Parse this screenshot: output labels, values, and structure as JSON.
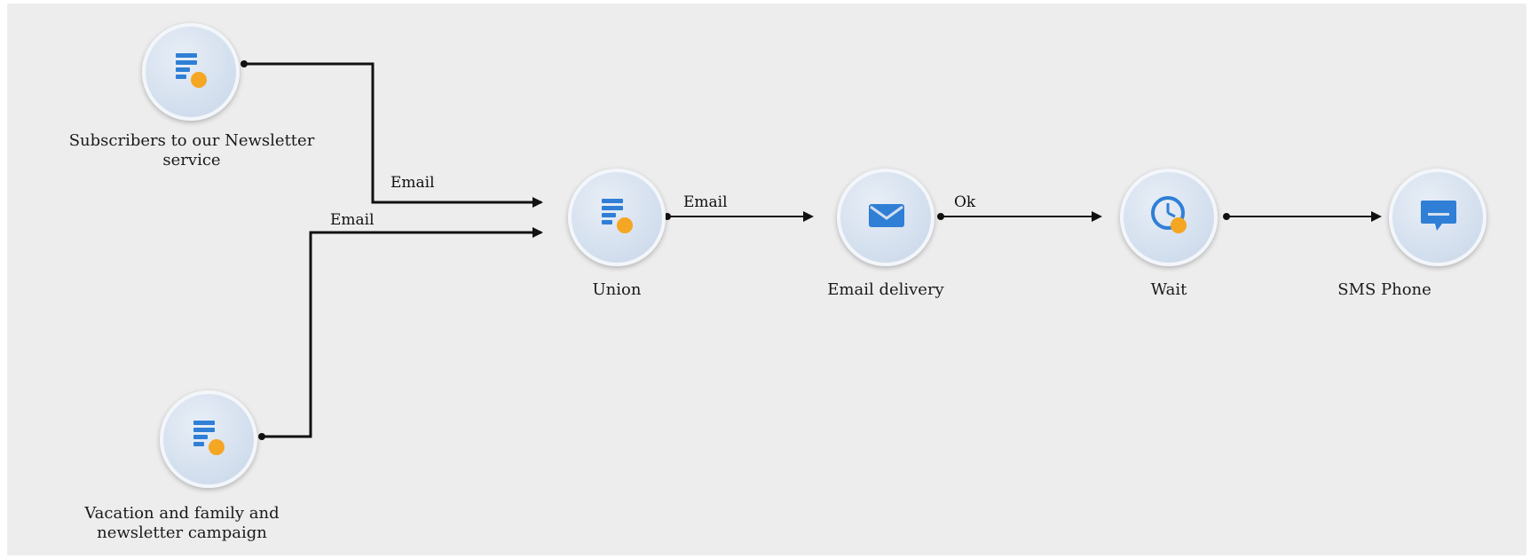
{
  "nodes": {
    "query_top": {
      "label": "Subscribers to our Newsletter service"
    },
    "query_bottom": {
      "label": "Vacation and family and newsletter campaign"
    },
    "union": {
      "label": "Union"
    },
    "email_delivery": {
      "label": "Email delivery"
    },
    "wait": {
      "label": "Wait"
    },
    "sms": {
      "label": "SMS Phone"
    }
  },
  "edges": {
    "top_to_union": "Email",
    "bottom_to_union": "Email",
    "union_to_email": "Email",
    "email_to_wait": "Ok"
  },
  "colors": {
    "canvas": "#ededed",
    "node_fill": "#d3dfee",
    "icon_blue": "#2f7fd6",
    "icon_orange": "#f5a623",
    "link": "#111111"
  }
}
